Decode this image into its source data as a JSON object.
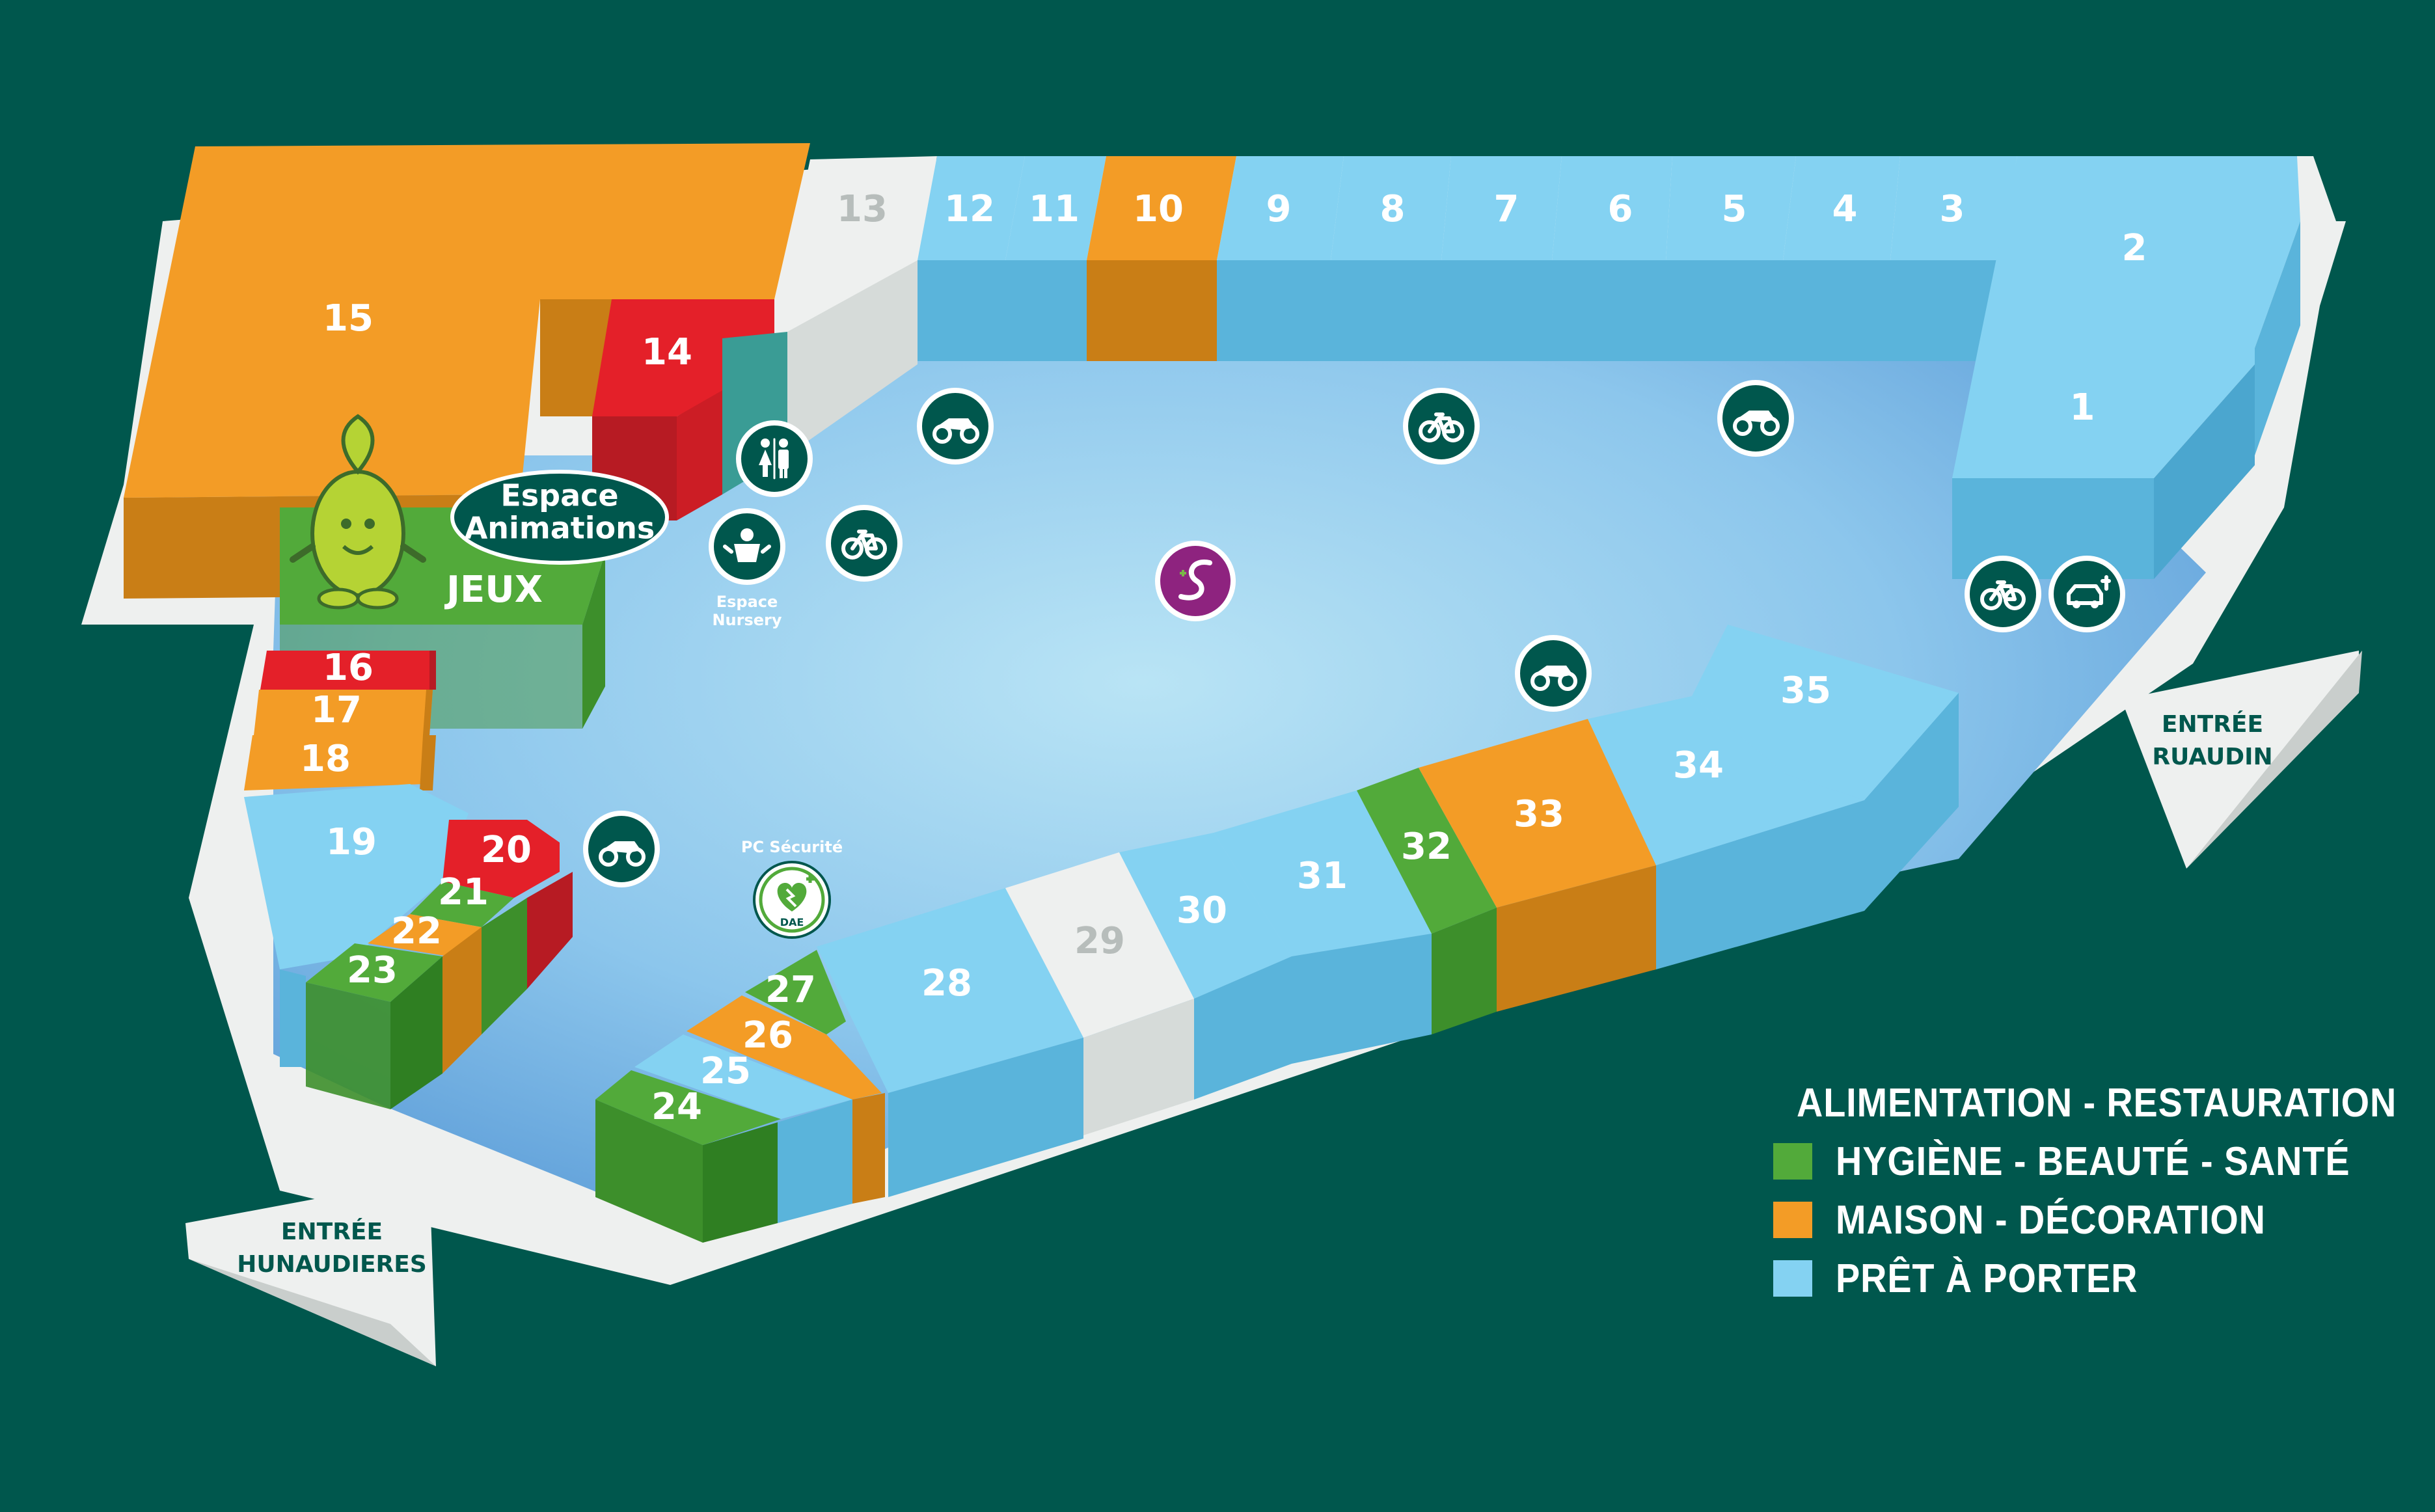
{
  "colors": {
    "background": "#00574d",
    "alimentation": "#e42029",
    "hygiene": "#52aa3a",
    "maison": "#f39c26",
    "pret": "#84d2f2",
    "unassigned": "#eef0ef"
  },
  "units": {
    "u1": "1",
    "u2": "2",
    "u3": "3",
    "u4": "4",
    "u5": "5",
    "u6": "6",
    "u7": "7",
    "u8": "8",
    "u9": "9",
    "u10": "10",
    "u11": "11",
    "u12": "12",
    "u13": "13",
    "u14": "14",
    "u15": "15",
    "u16": "16",
    "u17": "17",
    "u18": "18",
    "u19": "19",
    "u20": "20",
    "u21": "21",
    "u22": "22",
    "u23": "23",
    "u24": "24",
    "u25": "25",
    "u26": "26",
    "u27": "27",
    "u28": "28",
    "u29": "29",
    "u30": "30",
    "u31": "31",
    "u32": "32",
    "u33": "33",
    "u34": "34",
    "u35": "35"
  },
  "areas": {
    "jeux": "JEUX",
    "animations_line1": "Espace",
    "animations_line2": "Animations",
    "nursery_line1": "Espace",
    "nursery_line2": "Nursery",
    "security": "PC Sécurité",
    "dae": "DAE"
  },
  "entrances": {
    "hunaudieres_line1": "ENTRÉE",
    "hunaudieres_line2": "HUNAUDIERES",
    "ruaudin_line1": "ENTRÉE",
    "ruaudin_line2": "RUAUDIN"
  },
  "icons": [
    "motorcycle-icon",
    "bicycle-icon",
    "toilets-icon",
    "baby-changing-icon",
    "ev-charging-icon",
    "defibrillator-icon",
    "centre-logo-icon",
    "mascot-icon"
  ],
  "legend": [
    {
      "label": "ALIMENTATION - RESTAURATION",
      "color": "#e42029"
    },
    {
      "label": "HYGIÈNE - BEAUTÉ - SANTÉ",
      "color": "#52aa3a"
    },
    {
      "label": "MAISON - DÉCORATION",
      "color": "#f39c26"
    },
    {
      "label": "PRÊT À PORTER",
      "color": "#84d2f2"
    }
  ]
}
